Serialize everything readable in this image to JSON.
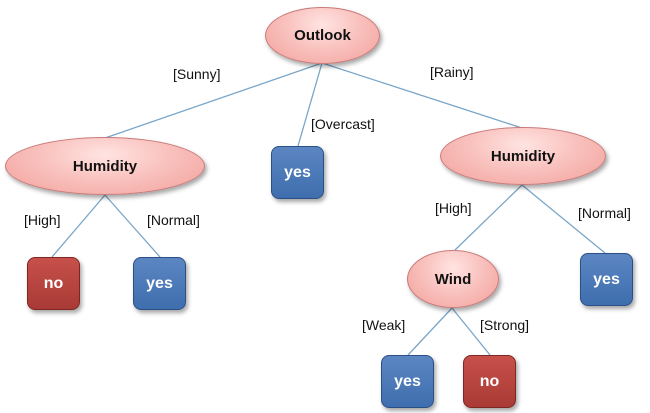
{
  "nodes": {
    "outlook": "Outlook",
    "humidity_left": "Humidity",
    "humidity_right": "Humidity",
    "wind": "Wind",
    "leaf_no_high": "no",
    "leaf_yes_normal_left": "yes",
    "leaf_yes_overcast": "yes",
    "leaf_yes_normal_right": "yes",
    "leaf_yes_weak": "yes",
    "leaf_no_strong": "no"
  },
  "edges": {
    "sunny": "[Sunny]",
    "overcast": "[Overcast]",
    "rainy": "[Rainy]",
    "high_left": "[High]",
    "normal_left": "[Normal]",
    "high_right": "[High]",
    "normal_right": "[Normal]",
    "weak": "[Weak]",
    "strong": "[Strong]"
  },
  "colors": {
    "edge": "#7aa6c8",
    "yes_leaf": "#4a78b8",
    "no_leaf": "#b8443f",
    "decision_node": "#f6b3ae"
  }
}
